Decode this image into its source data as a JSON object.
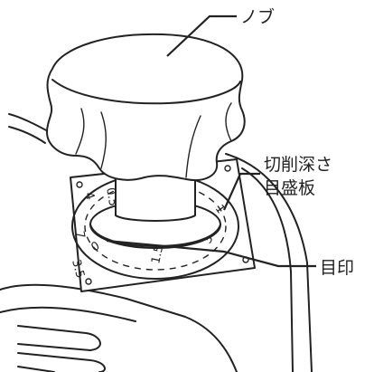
{
  "labels": {
    "knob": "ノブ",
    "depth_scale_line1": "切削深さ",
    "depth_scale_line2": "目盛板",
    "index_mark": "目印"
  },
  "dial_numbers": {
    "n1": "1",
    "n2": "0.5",
    "n3": "4",
    "n4": "7",
    "n5": "3.5",
    "n6": "0",
    "n7": "1.5",
    "n8": "3"
  }
}
